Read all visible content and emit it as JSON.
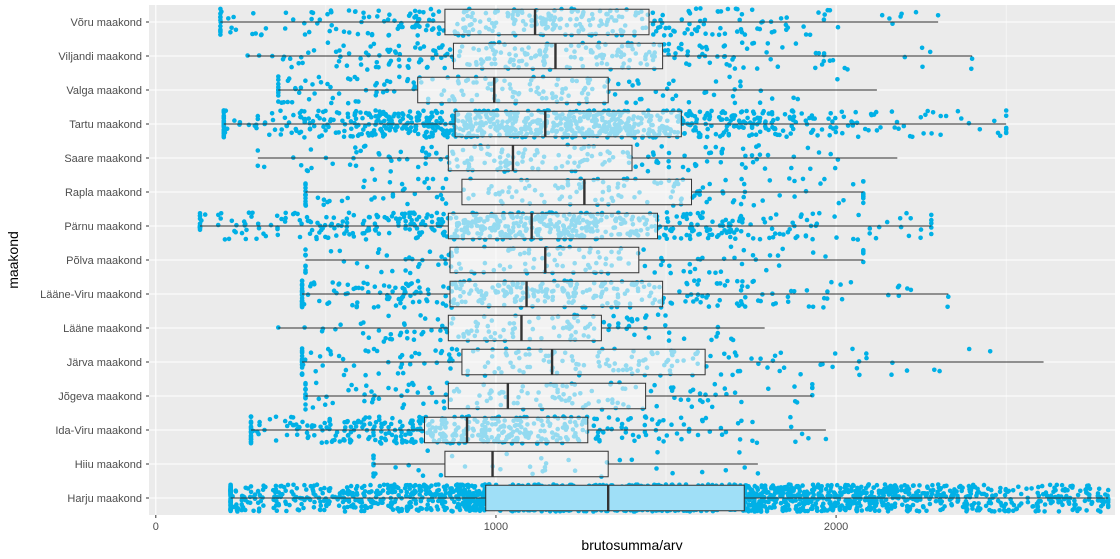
{
  "chart_data": {
    "type": "boxplot",
    "xlabel": "brutosumma/arv",
    "ylabel": "maakond",
    "xlim": [
      -20,
      2820
    ],
    "x_ticks": [
      0,
      1000,
      2000
    ],
    "x_tick_labels": [
      "0",
      "1000",
      "2000"
    ],
    "categories": [
      "Harju maakond",
      "Hiiu maakond",
      "Ida-Viru maakond",
      "Jõgeva maakond",
      "Järva maakond",
      "Lääne maakond",
      "Lääne-Viru maakond",
      "Põlva maakond",
      "Pärnu maakond",
      "Rapla maakond",
      "Saare maakond",
      "Tartu maakond",
      "Valga maakond",
      "Viljandi maakond",
      "Võru maakond"
    ],
    "boxes": [
      {
        "category": "Harju maakond",
        "whisker_low": 220,
        "q1": 970,
        "median": 1330,
        "q3": 1730,
        "whisker_high": 2800,
        "points": 2200
      },
      {
        "category": "Hiiu maakond",
        "whisker_low": 640,
        "q1": 850,
        "median": 990,
        "q3": 1330,
        "whisker_high": 1770,
        "points": 40
      },
      {
        "category": "Ida-Viru maakond",
        "whisker_low": 280,
        "q1": 790,
        "median": 915,
        "q3": 1270,
        "whisker_high": 1970,
        "points": 450
      },
      {
        "category": "Jõgeva maakond",
        "whisker_low": 440,
        "q1": 860,
        "median": 1035,
        "q3": 1440,
        "whisker_high": 1930,
        "points": 150
      },
      {
        "category": "Järva maakond",
        "whisker_low": 430,
        "q1": 900,
        "median": 1165,
        "q3": 1615,
        "whisker_high": 2610,
        "points": 200
      },
      {
        "category": "Lääne maakond",
        "whisker_low": 360,
        "q1": 860,
        "median": 1075,
        "q3": 1310,
        "whisker_high": 1790,
        "points": 130
      },
      {
        "category": "Lääne-Viru maakond",
        "whisker_low": 430,
        "q1": 865,
        "median": 1090,
        "q3": 1490,
        "whisker_high": 2330,
        "points": 350
      },
      {
        "category": "Põlva maakond",
        "whisker_low": 440,
        "q1": 865,
        "median": 1145,
        "q3": 1420,
        "whisker_high": 2080,
        "points": 140
      },
      {
        "category": "Pärnu maakond",
        "whisker_low": 130,
        "q1": 860,
        "median": 1105,
        "q3": 1475,
        "whisker_high": 2280,
        "points": 600
      },
      {
        "category": "Rapla maakond",
        "whisker_low": 440,
        "q1": 900,
        "median": 1260,
        "q3": 1575,
        "whisker_high": 2080,
        "points": 170
      },
      {
        "category": "Saare maakond",
        "whisker_low": 300,
        "q1": 860,
        "median": 1050,
        "q3": 1400,
        "whisker_high": 2180,
        "points": 180
      },
      {
        "category": "Tartu maakond",
        "whisker_low": 200,
        "q1": 880,
        "median": 1145,
        "q3": 1545,
        "whisker_high": 2500,
        "points": 900
      },
      {
        "category": "Valga maakond",
        "whisker_low": 360,
        "q1": 770,
        "median": 995,
        "q3": 1330,
        "whisker_high": 2120,
        "points": 180
      },
      {
        "category": "Viljandi maakond",
        "whisker_low": 270,
        "q1": 875,
        "median": 1175,
        "q3": 1490,
        "whisker_high": 2400,
        "points": 260
      },
      {
        "category": "Võru maakond",
        "whisker_low": 190,
        "q1": 850,
        "median": 1115,
        "q3": 1450,
        "whisker_high": 2300,
        "points": 330
      }
    ],
    "colors": {
      "panel_background": "#ebebeb",
      "grid": "#ffffff",
      "points": "#00b0e6",
      "box_fill": "#f7f7f7",
      "box_fill_harju": "#9fdff7",
      "box_line": "#333333",
      "whisker": "#333333"
    },
    "grid": true
  }
}
